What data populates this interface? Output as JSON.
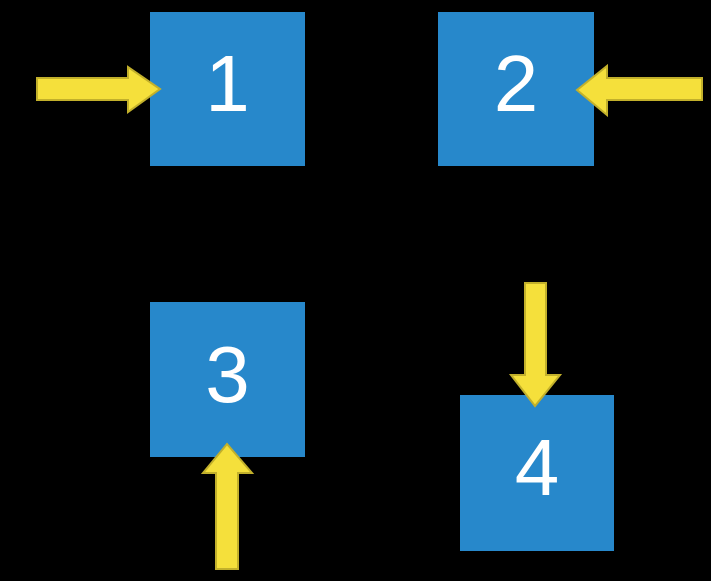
{
  "colors": {
    "background": "#000000",
    "square_fill": "#2788cb",
    "arrow_fill": "#f5e03b",
    "arrow_outline": "#c2b02b",
    "label_text": "#ffffff"
  },
  "boxes": [
    {
      "label": "1",
      "arrow": {
        "direction": "right",
        "enters_from": "left"
      }
    },
    {
      "label": "2",
      "arrow": {
        "direction": "left",
        "enters_from": "right"
      }
    },
    {
      "label": "3",
      "arrow": {
        "direction": "up",
        "enters_from": "bottom"
      }
    },
    {
      "label": "4",
      "arrow": {
        "direction": "down",
        "enters_from": "top"
      }
    }
  ]
}
